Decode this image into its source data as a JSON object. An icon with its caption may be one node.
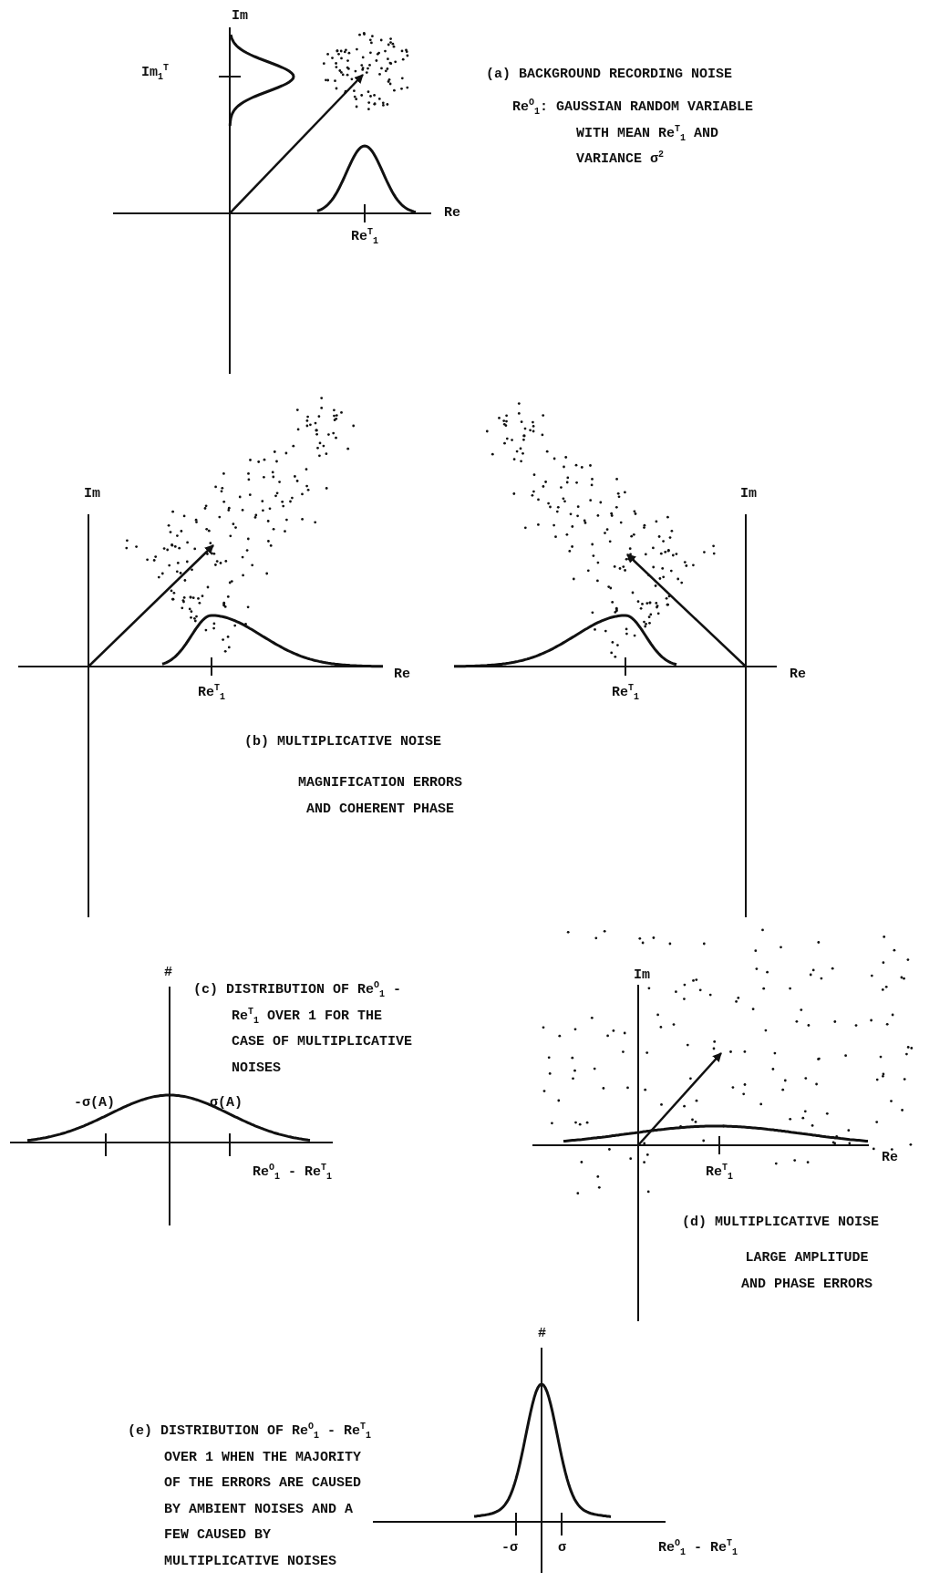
{
  "diagram": {
    "labels": [
      "Im",
      "Im$_{1}$$^{T}$",
      "(a) BACKGROUND RECORDING NOISE",
      "Re$^{O}$$_{1}$: GAUSSIAN RANDOM VARIABLE WITH MEAN Re$^{T}$$_{1}$ AND VARIANCE σ$^{2}$",
      "Re",
      "Re$^{T}$$_{1}$",
      "Im",
      "Im",
      "Re",
      "Re",
      "Re$^{T}$$_{1}$",
      "Re$^{T}$$_{1}$",
      "(b) MULTIPLICATIVE NOISE",
      "MAGNIFICATION ERRORS AND COHERENT PHASE",
      "#",
      "(c) DISTRIBUTION OF Re$^{O}$$_{1}$ - Re$^{T}$$_{1}$ OVER 1 FOR THE CASE OF MULTIPLICATIVE NOISES",
      "Im",
      "-σ(A)",
      "σ(A)",
      "Re",
      "Re$^{O}$$_{1}$ - Re$^{T}$$_{1}$",
      "Re$^{T}$$_{1}$",
      "(d) MULTIPLICATIVE NOISE",
      "LARGE AMPLITUDE AND PHASE ERRORS",
      "#",
      "(e) DISTRIBUTION OF Re$^{O}$$_{1}$ - Re$^{T}$$_{1}$ OVER 1 WHEN THE MAJORITY OF THE ERRORS ARE CAUSED BY AMBIENT NOISES AND A FEW CAUSED BY MULTIPLICATIVE NOISES",
      "-σ",
      "σ",
      "Re$^{O}$$_{1}$ - Re$^{T}$$_{1}$"
    ]
  }
}
